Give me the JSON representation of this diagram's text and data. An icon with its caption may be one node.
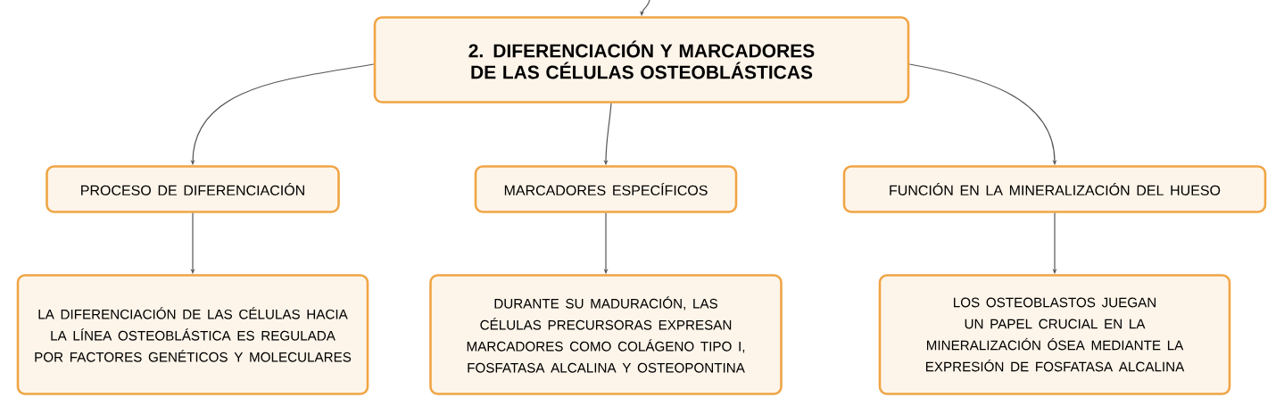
{
  "diagram": {
    "nodes": [
      {
        "text": [
          "2. DIFERENCIACIÓN Y MARCADORES DE LAS CÉLULAS OSTEOBLÁSTICAS"
        ]
      },
      {
        "text": [
          "PROCESO DE DIFERENCIACIÓN"
        ]
      },
      {
        "text": [
          "MARCADORES ESPECÍFICOS"
        ]
      },
      {
        "text": [
          "FUNCIÓN EN LA MINERALIZACIÓN DEL HUESO"
        ]
      },
      {
        "text": [
          "LA DIFERENCIACIÓN DE LAS CÉLULAS HACIA LA LÍNEA OSTEOBLÁSTICA ES REGULADA POR FACTORES GENÉTICOS Y MOLECULARES"
        ]
      },
      {
        "text": [
          "DURANTE SU MADURACIÓN, LAS CÉLULAS PRECURSORAS EXPRESAN MARCADORES COMO COLÁGENO TIPO I, FOSFATASA ALCALINA Y OSTEOPONTINA"
        ]
      },
      {
        "text": [
          "LOS OSTEOBLASTOS JUEGAN UN PAPEL CRUCIAL EN LA MINERALIZACIÓN ÓSEA MEDIANTE LA EXPRESIÓN DE FOSFATASA ALCALINA"
        ]
      }
    ],
    "edges": [
      {
        "from": null,
        "to": 0,
        "arrow": "to"
      },
      {
        "from": 0,
        "to": 1,
        "arrow": "to"
      },
      {
        "from": 0,
        "to": 2,
        "arrow": "to"
      },
      {
        "from": 0,
        "to": 3,
        "arrow": "to"
      },
      {
        "from": 1,
        "to": 4,
        "arrow": "to"
      },
      {
        "from": 2,
        "to": 5,
        "arrow": "to"
      },
      {
        "from": 3,
        "to": 6,
        "arrow": "to"
      }
    ]
  }
}
